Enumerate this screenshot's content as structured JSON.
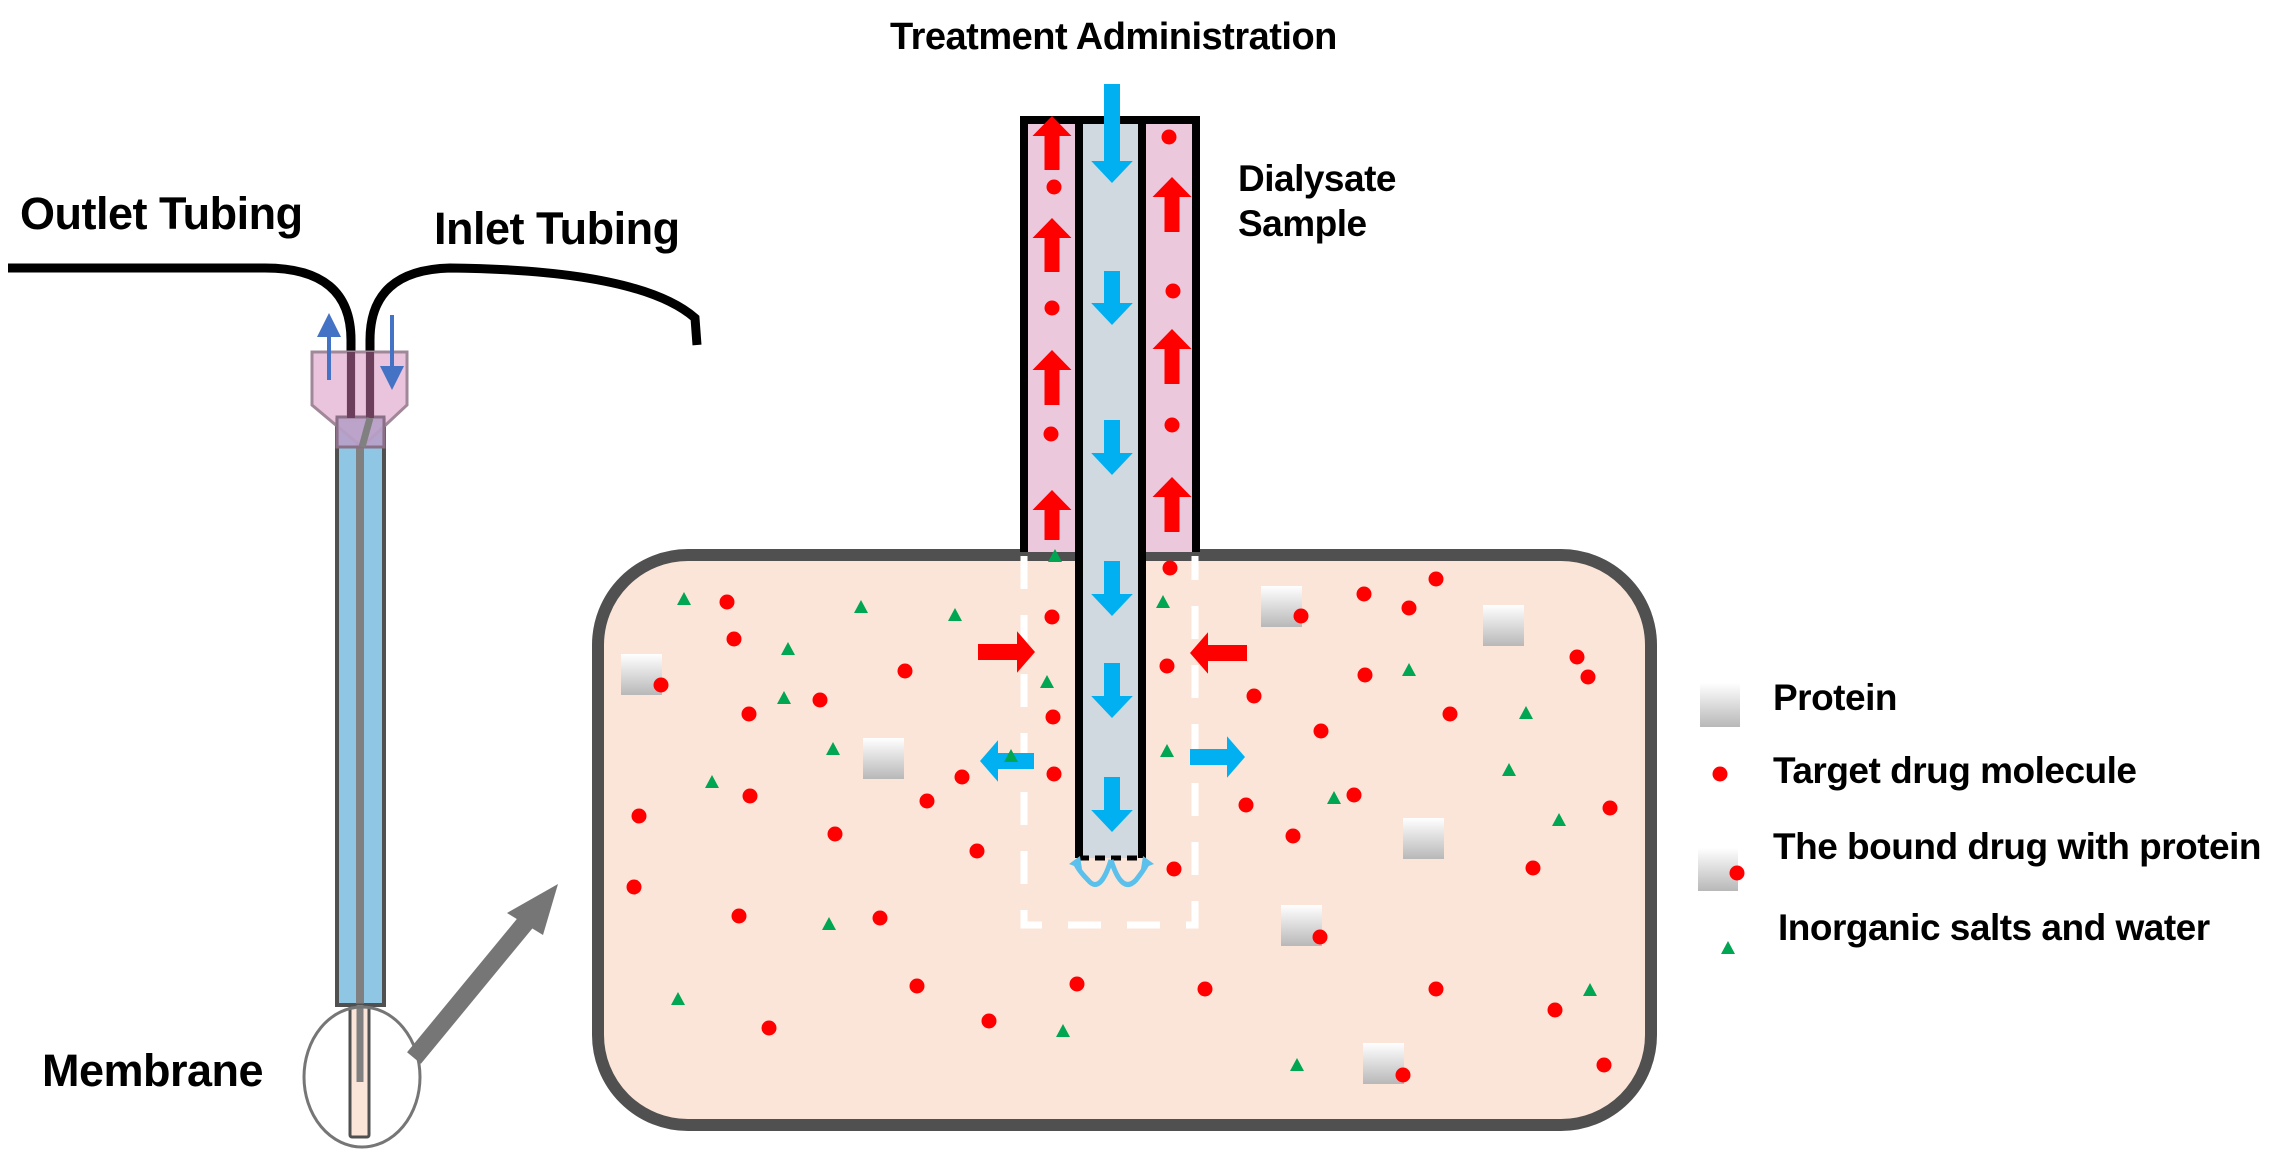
{
  "title": "Treatment Administration",
  "labels": {
    "outlet": "Outlet Tubing",
    "inlet": "Inlet Tubing",
    "membrane": "Membrane",
    "dialysate": "Dialysate",
    "sample": "Sample"
  },
  "legend": [
    {
      "key": "protein",
      "label": "Protein"
    },
    {
      "key": "drug",
      "label": "Target drug molecule"
    },
    {
      "key": "bound",
      "label": "The bound drug with protein"
    },
    {
      "key": "salt",
      "label": "Inorganic salts and water"
    }
  ],
  "colors": {
    "tissue_fill": "#fbe5d8",
    "tissue_border": "#505050",
    "drug": "#ff0000",
    "salt": "#00a651",
    "perfusate_arrow": "#00b0f0",
    "outflow_channel": "#ecc8dd",
    "inflow_channel": "#d0d8e0",
    "probe_shaft": "#8fc6e3",
    "connector": "#e8bcd8",
    "flow_arrow": "#4472c4",
    "pointer_arrow": "#767676"
  }
}
